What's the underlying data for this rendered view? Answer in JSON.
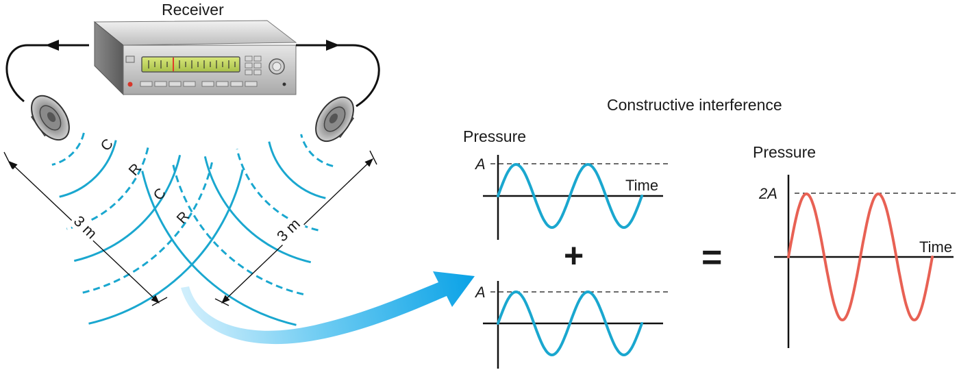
{
  "receiver": {
    "label": "Receiver"
  },
  "left_path": {
    "wave_labels": [
      "C",
      "R",
      "C",
      "R"
    ],
    "distance": "3 m"
  },
  "right_path": {
    "distance": "3 m"
  },
  "panel": {
    "title": "Constructive interference",
    "operator_plus": "+",
    "operator_equals": "=",
    "wave1": {
      "y_axis_label": "Pressure",
      "x_axis_label": "Time",
      "amplitude_label": "A",
      "cycles": 2,
      "amplitude": 1
    },
    "wave2": {
      "amplitude_label": "A",
      "cycles": 2,
      "amplitude": 1
    },
    "result": {
      "y_axis_label": "Pressure",
      "x_axis_label": "Time",
      "amplitude_label": "2A",
      "cycles": 2,
      "amplitude": 2
    }
  },
  "colors": {
    "wave": "#1aa7cf",
    "result_wave": "#e86154",
    "arrow": "#12a8e6",
    "cable": "#111111"
  }
}
